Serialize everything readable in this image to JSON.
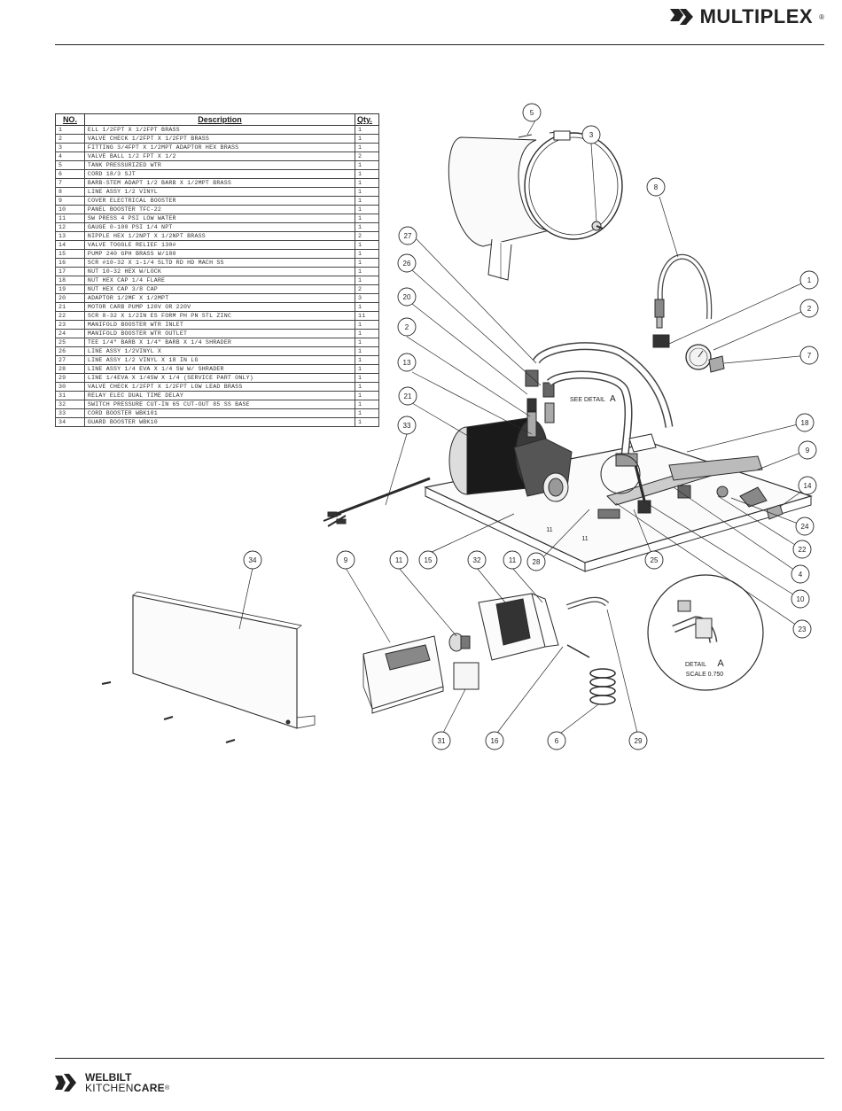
{
  "header": {
    "brand": "MULTIPLEX",
    "reg": "®"
  },
  "table": {
    "headers": {
      "no": "NO.",
      "desc": "Description",
      "qty": "Qty."
    },
    "rows": [
      {
        "no": "1",
        "desc": "ELL 1/2FPT X 1/2FPT BRASS",
        "qty": "1"
      },
      {
        "no": "2",
        "desc": "VALVE CHECK 1/2FPT X 1/2FPT BRASS",
        "qty": "1"
      },
      {
        "no": "3",
        "desc": "FITTING 3/4FPT X 1/2MPT ADAPTOR HEX BRASS",
        "qty": "1"
      },
      {
        "no": "4",
        "desc": "VALVE BALL 1/2 FPT X 1/2",
        "qty": "2"
      },
      {
        "no": "5",
        "desc": "TANK PRESSURIZED WTR",
        "qty": "1"
      },
      {
        "no": "6",
        "desc": "CORD 18/3 SJT",
        "qty": "1"
      },
      {
        "no": "7",
        "desc": "BARB-STEM ADAPT 1/2 BARB X 1/2MPT BRASS",
        "qty": "1"
      },
      {
        "no": "8",
        "desc": "LINE ASSY 1/2 VINYL",
        "qty": "1"
      },
      {
        "no": "9",
        "desc": "COVER ELECTRICAL BOOSTER",
        "qty": "1"
      },
      {
        "no": "10",
        "desc": "PANEL BOOSTER TFC-22",
        "qty": "1"
      },
      {
        "no": "11",
        "desc": "SW PRESS 4 PSI LOW WATER",
        "qty": "1"
      },
      {
        "no": "12",
        "desc": "GAUGE 0-100 PSI 1/4 NPT",
        "qty": "1"
      },
      {
        "no": "13",
        "desc": "NIPPLE HEX 1/2NPT X 1/2NPT BRASS",
        "qty": "2"
      },
      {
        "no": "14",
        "desc": "VALVE TOGGLE RELIEF 130#",
        "qty": "1"
      },
      {
        "no": "15",
        "desc": "PUMP 240 GPH BRASS W/180",
        "qty": "1"
      },
      {
        "no": "16",
        "desc": "SCR #10-32 X 1-1/4 SLTD RD HD MACH SS",
        "qty": "1"
      },
      {
        "no": "17",
        "desc": "NUT 10-32 HEX W/LOCK",
        "qty": "1"
      },
      {
        "no": "18",
        "desc": "NUT HEX CAP 1/4 FLARE",
        "qty": "1"
      },
      {
        "no": "19",
        "desc": "NUT HEX CAP 3/8 CAP",
        "qty": "2"
      },
      {
        "no": "20",
        "desc": "ADAPTOR 1/2MF X 1/2MPT",
        "qty": "3"
      },
      {
        "no": "21",
        "desc": "MOTOR CARB PUMP 120V OR 220V",
        "qty": "1"
      },
      {
        "no": "22",
        "desc": "SCR 8-32 X 1/2IN ES FORM PH PN STL ZINC",
        "qty": "11"
      },
      {
        "no": "23",
        "desc": "MANIFOLD BOOSTER WTR INLET",
        "qty": "1"
      },
      {
        "no": "24",
        "desc": "MANIFOLD BOOSTER WTR OUTLET",
        "qty": "1"
      },
      {
        "no": "25",
        "desc": "TEE 1/4\" BARB X 1/4\" BARB X 1/4 SHRADER",
        "qty": "1"
      },
      {
        "no": "26",
        "desc": "LINE ASSY 1/2VINYL X",
        "qty": "1"
      },
      {
        "no": "27",
        "desc": "LINE ASSY 1/2 VINYL X 18 IN LG",
        "qty": "1"
      },
      {
        "no": "28",
        "desc": "LINE ASSY 1/4 EVA X 1/4 SW W/ SHRADER",
        "qty": "1"
      },
      {
        "no": "29",
        "desc": "LINE 1/4EVA X 1/4SW X 1/4          (SERVICE PART ONLY)",
        "qty": "1"
      },
      {
        "no": "30",
        "desc": "VALVE CHECK 1/2FPT X 1/2FPT LOW LEAD BRASS",
        "qty": "1"
      },
      {
        "no": "31",
        "desc": "RELAY ELEC DUAL TIME DELAY",
        "qty": "1"
      },
      {
        "no": "32",
        "desc": "SWITCH PRESSURE CUT-IN 65 CUT-OUT 85 SS BASE",
        "qty": "1"
      },
      {
        "no": "33",
        "desc": "CORD BOOSTER WBK101",
        "qty": "1"
      },
      {
        "no": "34",
        "desc": "GUARD BOOSTER WBK10",
        "qty": "1"
      }
    ]
  },
  "callouts": {
    "c5": "5",
    "c3": "3",
    "c8": "8",
    "c27": "27",
    "c26": "26",
    "c20": "20",
    "c2a": "2",
    "c13": "13",
    "c21": "21",
    "c33": "33",
    "c1": "1",
    "c2b": "2",
    "c7": "7",
    "c18": "18",
    "c9a": "9",
    "c14": "14",
    "c24": "24",
    "c22": "22",
    "c4": "4",
    "c10": "10",
    "c23": "23",
    "c25": "25",
    "c28": "28",
    "c15": "15",
    "c34": "34",
    "c9b": "9",
    "c11a": "11",
    "c32": "32",
    "c11b": "11",
    "c29": "29",
    "c31": "31",
    "c16": "16",
    "c6": "6"
  },
  "labels": {
    "see_detail": "SEE DETAIL",
    "see_detail_letter": "A",
    "detail_title": "DETAIL",
    "detail_letter": "A",
    "detail_scale": "SCALE  0.750",
    "base_mark_1": "11",
    "base_mark_2": "11"
  },
  "footer": {
    "line1": "WELBILT",
    "line2a": "KITCHEN",
    "line2b": "CARE",
    "reg": "®"
  }
}
